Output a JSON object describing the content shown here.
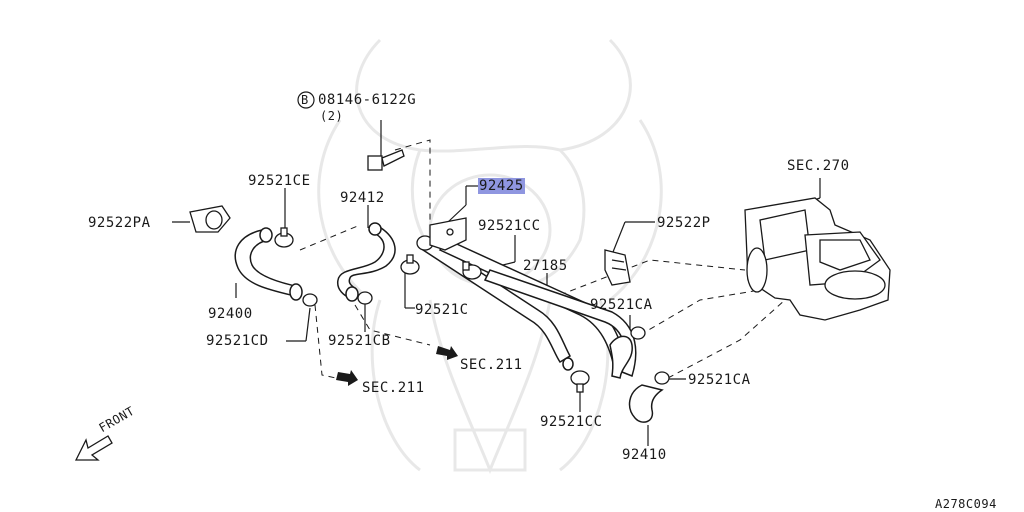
{
  "diagram": {
    "part_labels": {
      "bolt_number": "08146-6122G",
      "bolt_qty": "(2)",
      "bolt_marker": "B",
      "sec270": "SEC.270",
      "p92425": "92425",
      "p92412": "92412",
      "p92521CE": "92521CE",
      "p92522PA": "92522PA",
      "p92521CC_top": "92521CC",
      "p92522P": "92522P",
      "p27185": "27185",
      "p92400": "92400",
      "p92521C": "92521C",
      "p92521CA_top": "92521CA",
      "p92521CD": "92521CD",
      "p92521CB": "92521CB",
      "sec211_right": "SEC.211",
      "p92521CA_bottom": "92521CA",
      "sec211_left": "SEC.211",
      "p92521CC_bottom": "92521CC",
      "p92410": "92410",
      "front": "FRONT",
      "diagram_code": "A278C094"
    },
    "highlight_color": "#8f96e0",
    "line_color": "#1a1a1a",
    "watermark_color": "#e6e6e6"
  }
}
